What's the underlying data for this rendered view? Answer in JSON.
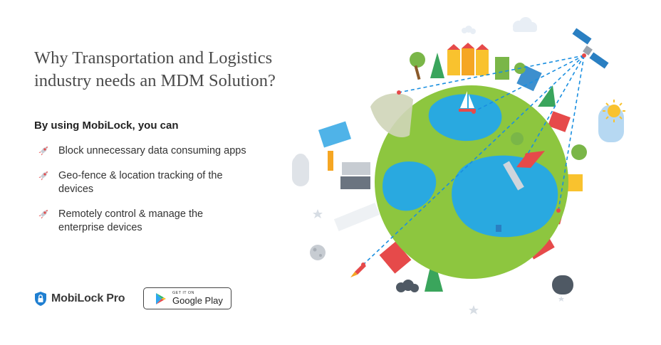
{
  "headline": {
    "line1": "Why Transportation and Logistics",
    "line2": "industry needs an MDM Solution?"
  },
  "subhead": "By using MobiLock, you can",
  "features": [
    {
      "line1": "Block unnecessary data consuming apps",
      "line2": ""
    },
    {
      "line1": "Geo-fence & location tracking of the",
      "line2": "devices"
    },
    {
      "line1": "Remotely control & manage the",
      "line2": "enterprise devices"
    }
  ],
  "brand": {
    "name": "MobiLock Pro",
    "icon": "lock-shield-icon"
  },
  "store_badge": {
    "small": "GET IT ON",
    "big": "Google Play",
    "icon": "google-play-icon"
  },
  "icons": {
    "bullet": "rocket-icon"
  },
  "colors": {
    "globe_land": "#8dc63f",
    "water": "#29a9e0",
    "accent_red": "#e64a4a",
    "link_lines": "#1a8fe0"
  }
}
